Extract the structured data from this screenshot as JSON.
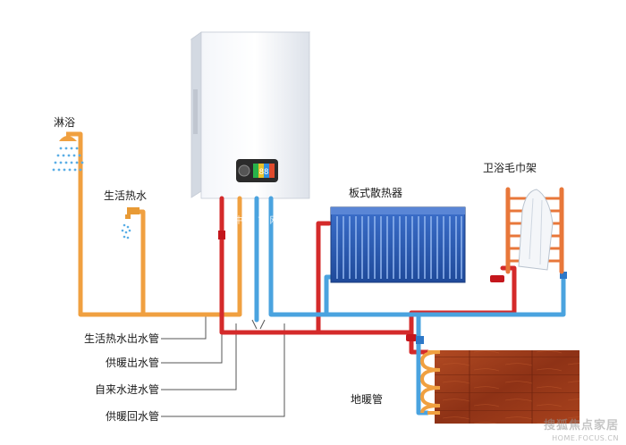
{
  "labels": {
    "shower": "淋浴",
    "hot_water_tap": "生活热水",
    "panel_radiator": "板式散热器",
    "towel_rack": "卫浴毛巾架",
    "floor_heating": "地暖管"
  },
  "legend": [
    "生活热水出水管",
    "供暖出水管",
    "自来水进水管",
    "供暖回水管"
  ],
  "boiler_display": "88",
  "watermark_overlay": "中 网 市 网有限公司",
  "watermark": {
    "line1": "搜狐焦点家居",
    "line2": "HOME.FOCUS.CN"
  },
  "colors": {
    "hot_water_pipe": "#f0a040",
    "heating_supply_pipe": "#d42a2a",
    "cold_water_pipe": "#4aa3df",
    "heating_return_pipe": "#4aa3df",
    "radiator": "#2d5fb8",
    "floor": "#9b3a1c",
    "towel_rack": "#e8773a"
  }
}
